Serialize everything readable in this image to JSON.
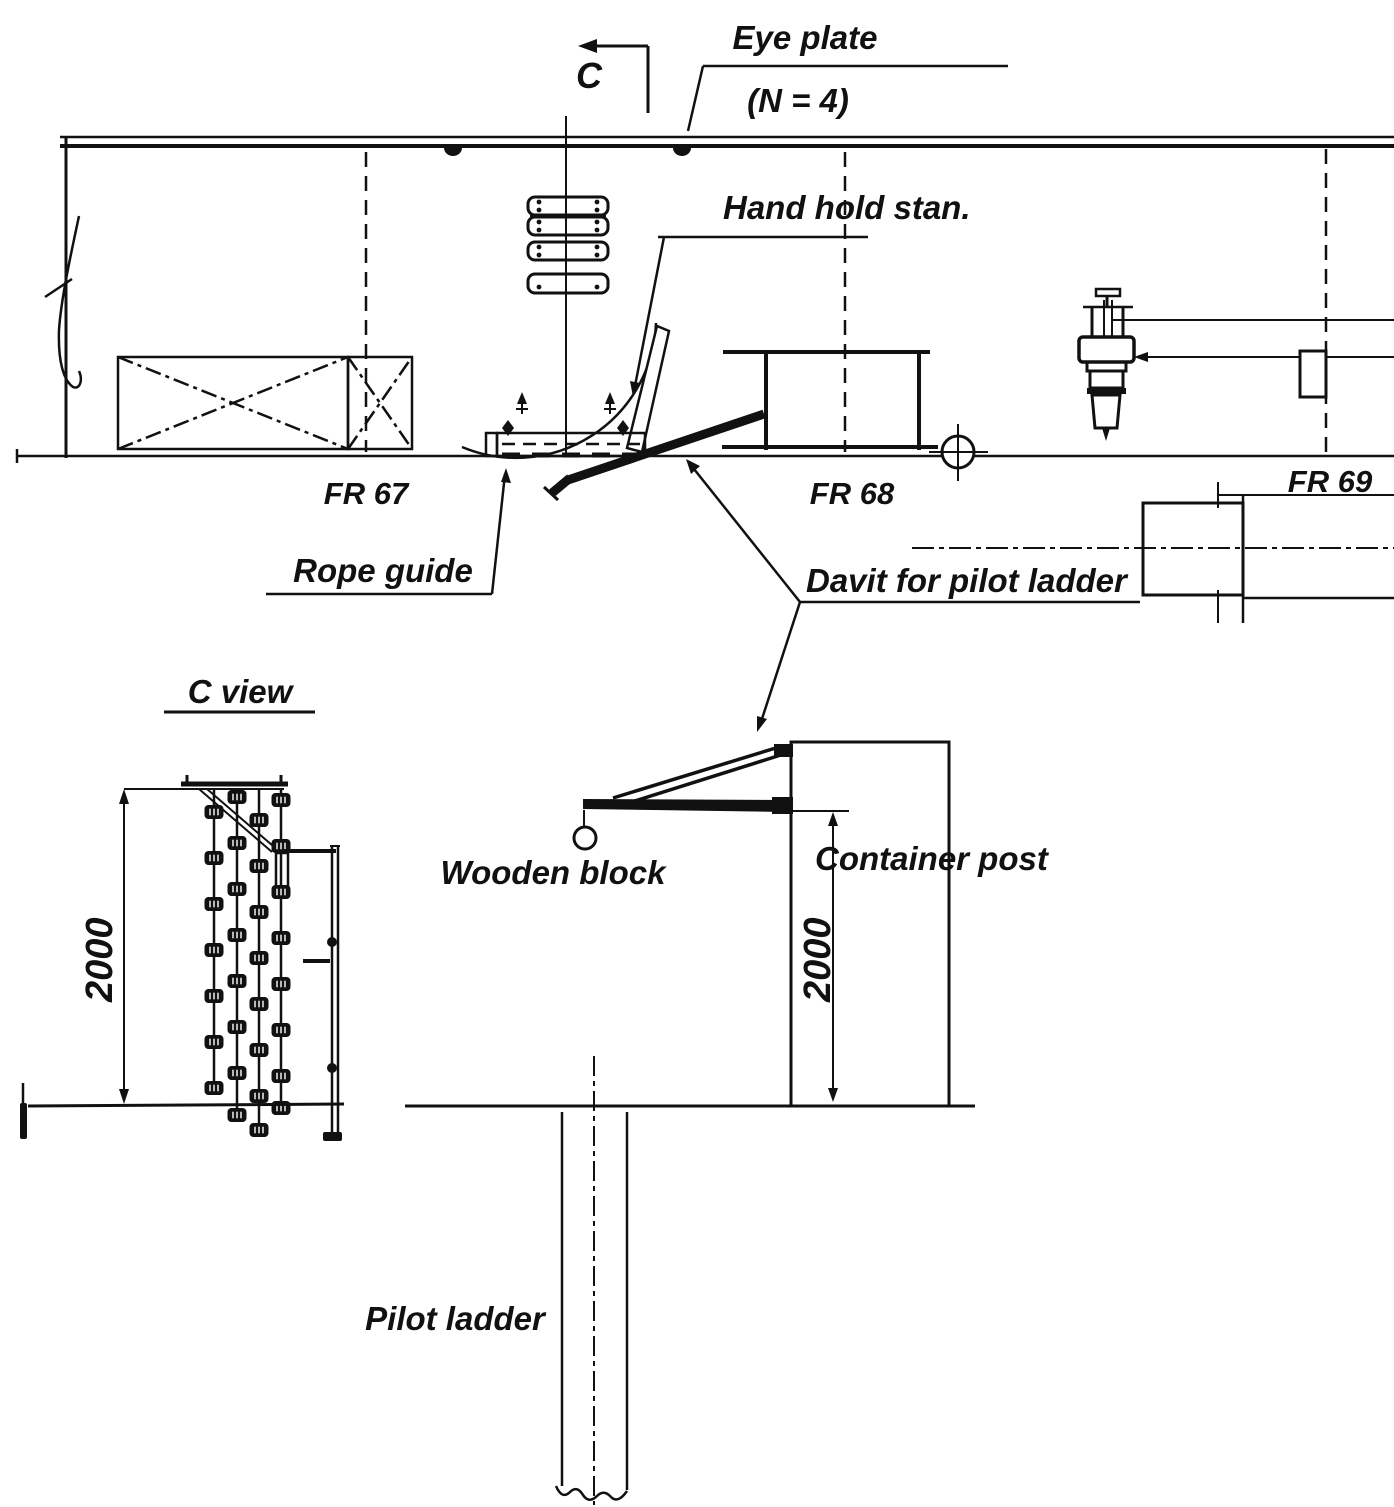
{
  "drawing": {
    "section_marker": "C",
    "plan": {
      "eye_plate_label": "Eye plate",
      "eye_plate_qty": "(N = 4)",
      "hand_hold_label": "Hand hold stan.",
      "rope_guide_label": "Rope guide",
      "davit_label": "Davit for pilot ladder",
      "frame_67": "FR 67",
      "frame_68": "FR 68",
      "frame_69": "FR 69"
    },
    "c_view": {
      "title": "C view",
      "height_dim": "2000"
    },
    "elevation": {
      "wooden_block_label": "Wooden block",
      "container_post_label": "Container post",
      "post_height_dim": "2000",
      "pilot_ladder_label": "Pilot ladder"
    },
    "colors": {
      "ink": "#111111",
      "background": "#ffffff"
    }
  }
}
